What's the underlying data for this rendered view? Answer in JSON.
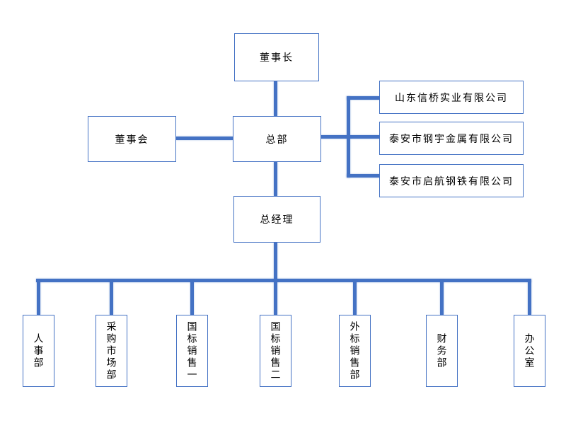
{
  "diagram": {
    "type": "org-chart",
    "background": "#ffffff",
    "colors": {
      "connector": "#4472C4",
      "box_border": "#4472C4",
      "box_fill": "#ffffff",
      "text": "#000000"
    },
    "nodes": {
      "chairman": {
        "label": "董事长"
      },
      "board": {
        "label": "董事会"
      },
      "hq": {
        "label": "总部"
      },
      "gm": {
        "label": "总经理"
      },
      "companies": [
        {
          "label": "山东信桥实业有限公司"
        },
        {
          "label": "泰安市钢宇金属有限公司"
        },
        {
          "label": "泰安市启航钢铁有限公司"
        }
      ],
      "departments": [
        {
          "label": "人事部"
        },
        {
          "label": "采购市场部"
        },
        {
          "label": "国标销售一"
        },
        {
          "label": "国标销售二"
        },
        {
          "label": "外标销售部"
        },
        {
          "label": "财务部"
        },
        {
          "label": "办公室"
        }
      ]
    },
    "edges": [
      {
        "from": "chairman",
        "to": "hq"
      },
      {
        "from": "board",
        "to": "hq"
      },
      {
        "from": "hq",
        "to": "山东信桥实业有限公司"
      },
      {
        "from": "hq",
        "to": "泰安市钢宇金属有限公司"
      },
      {
        "from": "hq",
        "to": "泰安市启航钢铁有限公司"
      },
      {
        "from": "hq",
        "to": "gm"
      },
      {
        "from": "gm",
        "to": "人事部"
      },
      {
        "from": "gm",
        "to": "采购市场部"
      },
      {
        "from": "gm",
        "to": "国标销售一"
      },
      {
        "from": "gm",
        "to": "国标销售二"
      },
      {
        "from": "gm",
        "to": "外标销售部"
      },
      {
        "from": "gm",
        "to": "财务部"
      },
      {
        "from": "gm",
        "to": "办公室"
      }
    ]
  }
}
